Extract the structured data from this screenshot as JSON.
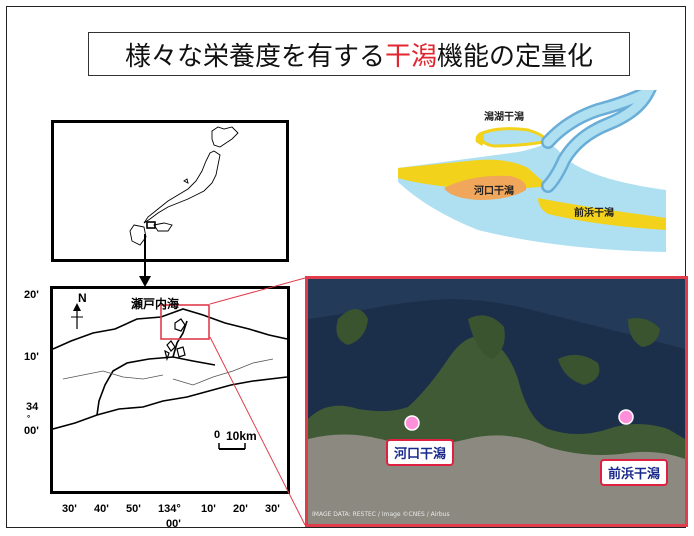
{
  "title": {
    "part1": "様々な栄養度を有する",
    "highlight": "干潟",
    "part2": "機能の定量化",
    "highlight_color": "#e0262e"
  },
  "diagram": {
    "labels": {
      "lagoon": "潟湖干潟",
      "estuary": "河口干潟",
      "foreshore": "前浜干潟"
    },
    "colors": {
      "water": "#aee0f2",
      "sand": "#f2d21a",
      "mud": "#f0a75c",
      "river": "#6aaed8"
    }
  },
  "regional_map": {
    "north_label": "N",
    "sea_label": "瀬戸内海",
    "lat_ticks": [
      "20'",
      "10'",
      "34",
      "°",
      "00'"
    ],
    "lon_ticks": [
      "30'",
      "40'",
      "50'",
      "134°",
      "00'",
      "10'",
      "20'",
      "30'"
    ],
    "scale_zero": "0",
    "scale_text": "10km"
  },
  "satellite": {
    "sites": [
      {
        "label": "河口干潟"
      },
      {
        "label": "前浜干潟"
      }
    ],
    "marker_color": "#ff8fd8",
    "attribution": "IMAGE DATA: RESTEC / Image ©CNES / Airbus"
  }
}
